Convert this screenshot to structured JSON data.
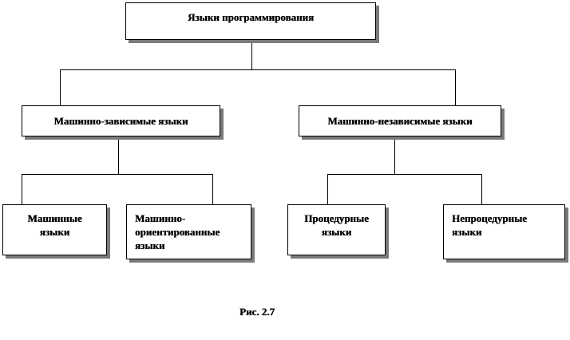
{
  "diagram": {
    "root": "Языки программирования",
    "level1": {
      "machine_dependent": "Машинно-зависимые языки",
      "machine_independent": "Машинно-независимые языки"
    },
    "level2": {
      "machine": "Машинные языки",
      "machine_oriented": "Машинно-ориентированные языки",
      "procedural": "Процедурные языки",
      "non_procedural": "Непроцедурные языки"
    },
    "caption": "Рис. 2.7"
  }
}
